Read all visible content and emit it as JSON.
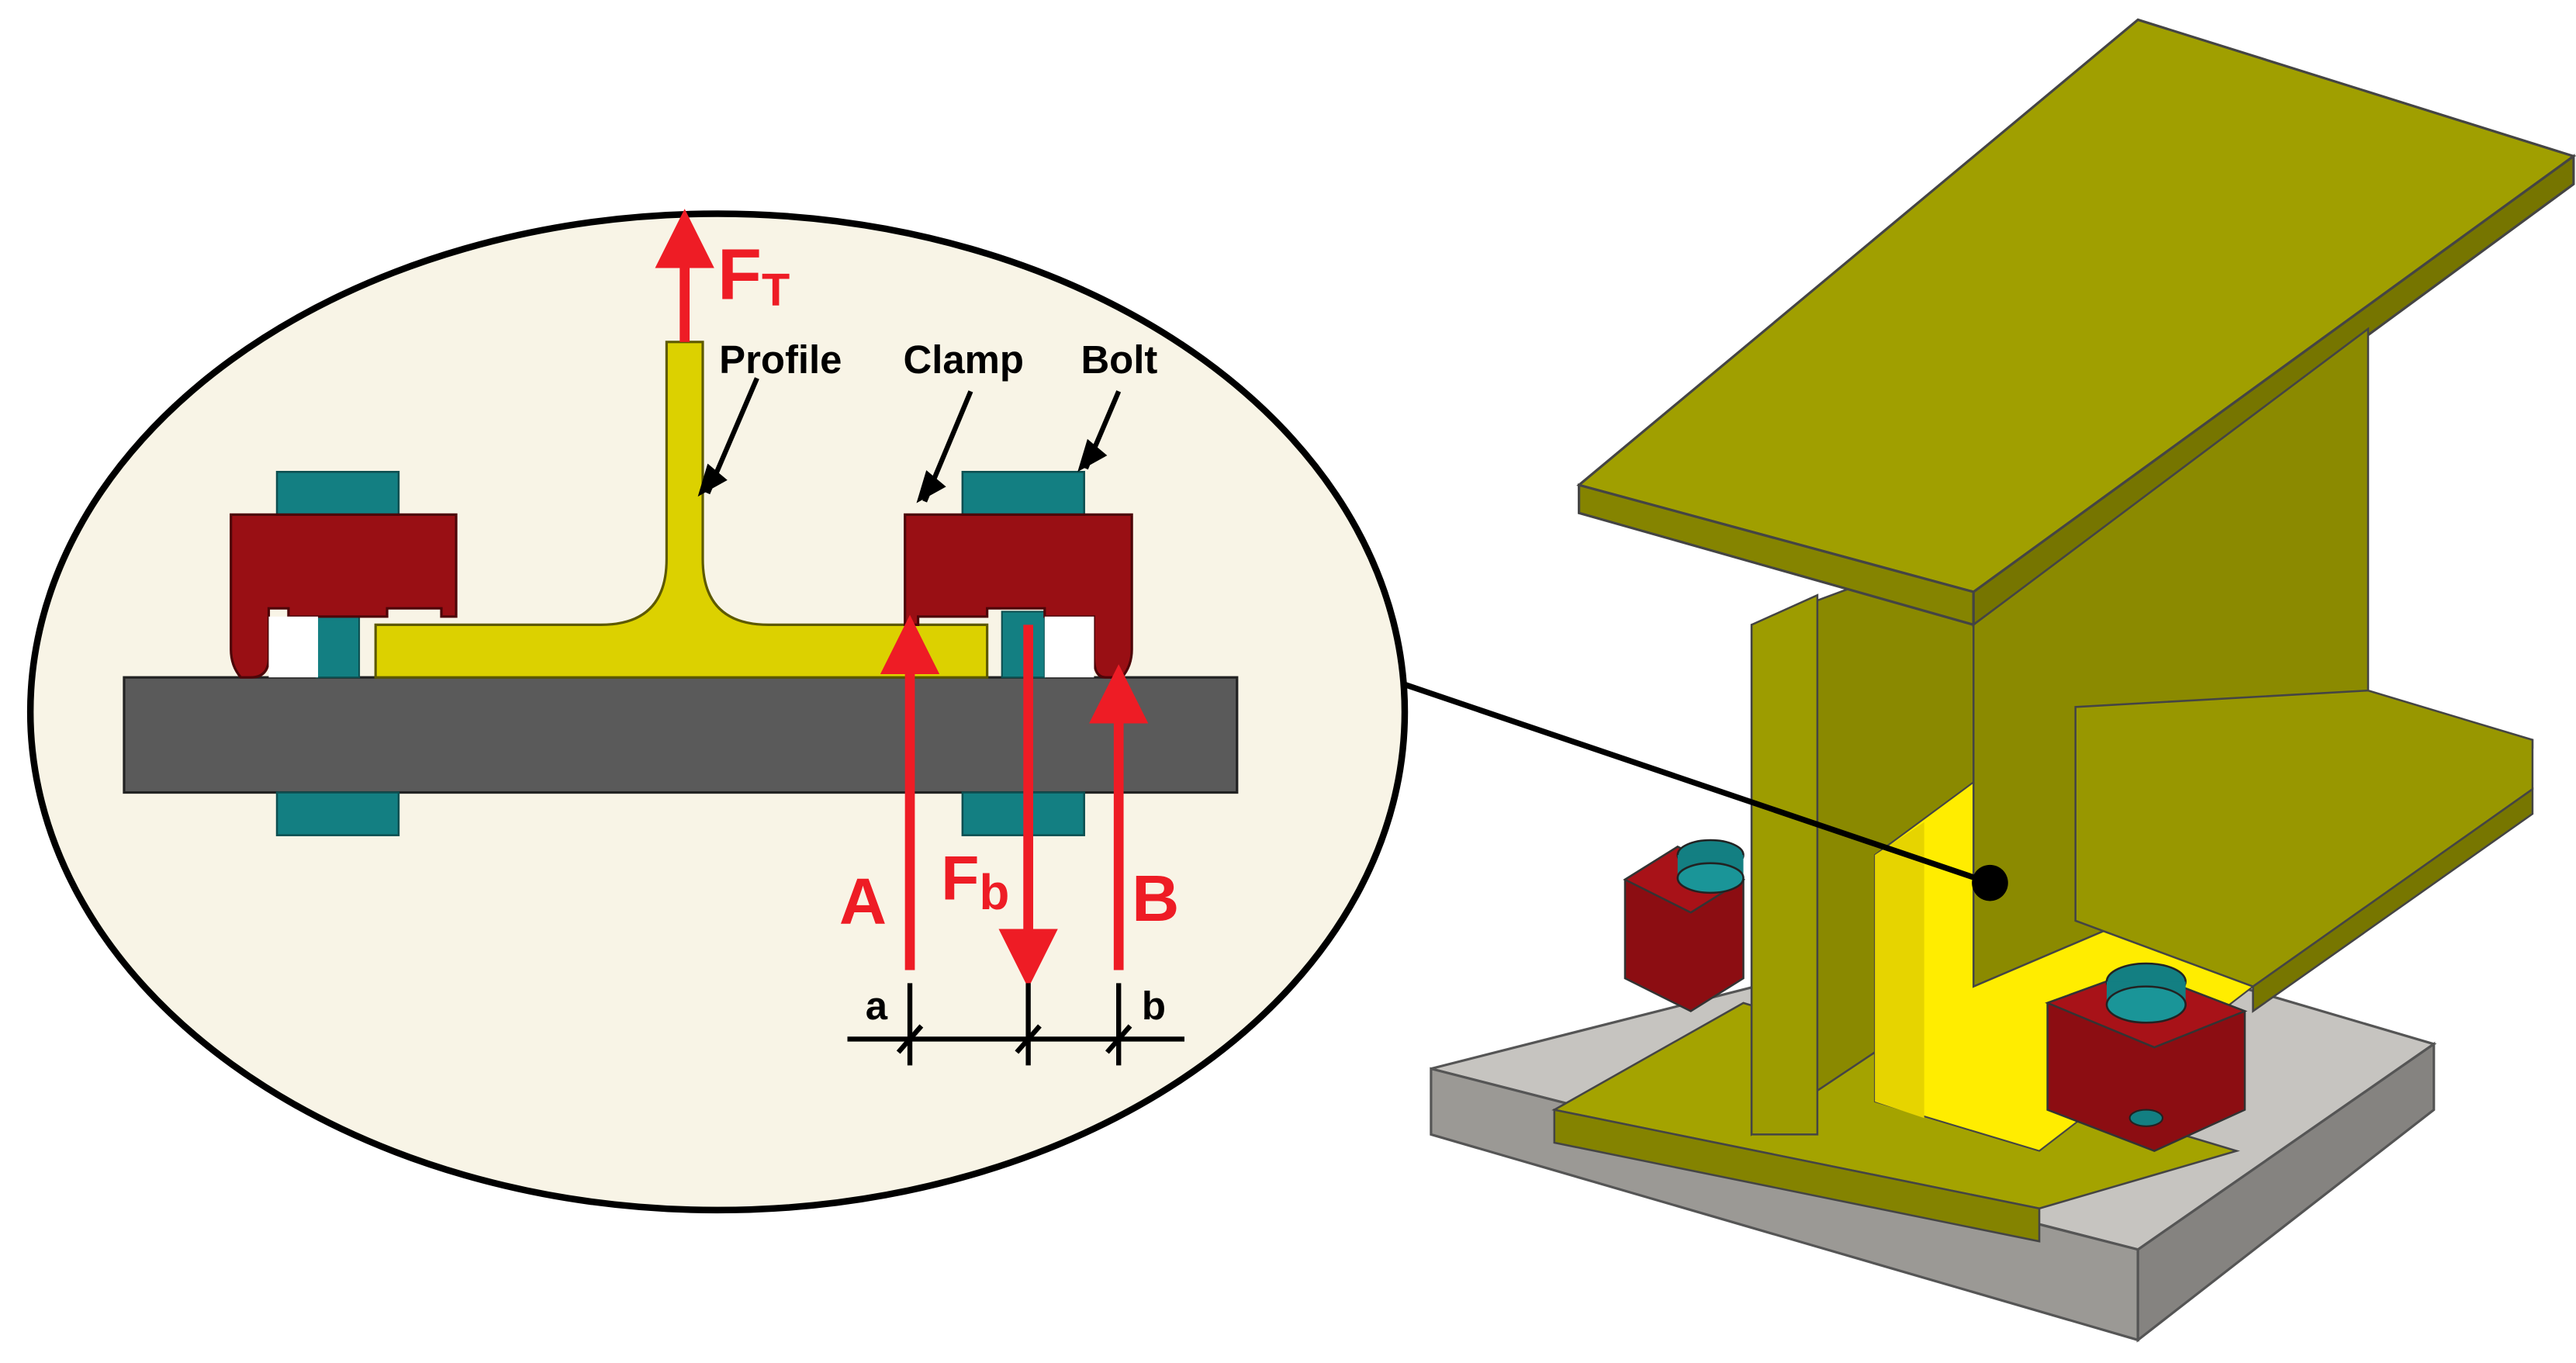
{
  "colors": {
    "profile": "#dcd100",
    "clamp": "#990f14",
    "bolt": "#137f82",
    "base_plate": "#5a5a5a",
    "force_arrow": "#ee1c25",
    "callout_bg": "#f8f4e6",
    "beam_top": "#9f9e00",
    "beam_side": "#7d7c00",
    "beam_highlight": "#ffed00",
    "plate_top": "#c6c4c0",
    "plate_side": "#8e8c89"
  },
  "labels": {
    "ft_main": "F",
    "ft_sub": "T",
    "profile": "Profile",
    "clamp": "Clamp",
    "bolt": "Bolt",
    "a_force": "A",
    "fb_main": "F",
    "fb_sub": "b",
    "b_force": "B",
    "dim_a": "a",
    "dim_b": "b"
  }
}
